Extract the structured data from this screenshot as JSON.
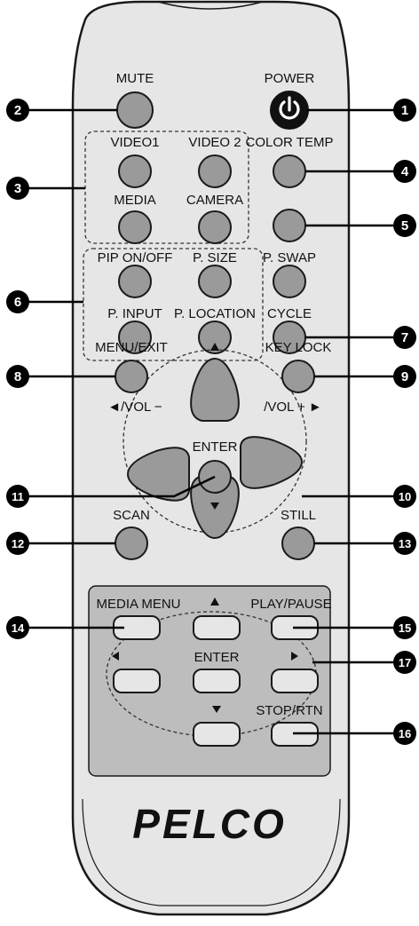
{
  "buttons": {
    "mute": "MUTE",
    "power": "POWER",
    "video1": "VIDEO1",
    "video2": "VIDEO 2",
    "color_temp": "COLOR TEMP",
    "media": "MEDIA",
    "camera": "CAMERA",
    "pip_onoff": "PIP ON/OFF",
    "p_size": "P. SIZE",
    "p_swap": "P. SWAP",
    "p_input": "P. INPUT",
    "p_location": "P. LOCATION",
    "cycle": "CYCLE",
    "menu_exit": "MENU/EXIT",
    "key_lock": "KEY LOCK",
    "vol_minus": "◄/VOL −",
    "vol_plus": "/VOL + ►",
    "enter": "ENTER",
    "scan": "SCAN",
    "still": "STILL",
    "media_menu": "MEDIA MENU",
    "play_pause": "PLAY/PAUSE",
    "panel_enter": "ENTER",
    "stop_rtn": "STOP/RTN"
  },
  "brand": "PELCO",
  "callouts": [
    "1",
    "2",
    "3",
    "4",
    "5",
    "6",
    "7",
    "8",
    "9",
    "10",
    "11",
    "12",
    "13",
    "14",
    "15",
    "16",
    "17"
  ],
  "colors": {
    "body": "#e6e6e6",
    "button": "#9a9a9a",
    "panel": "#bdbdbd",
    "outline": "#1a1a1a"
  }
}
